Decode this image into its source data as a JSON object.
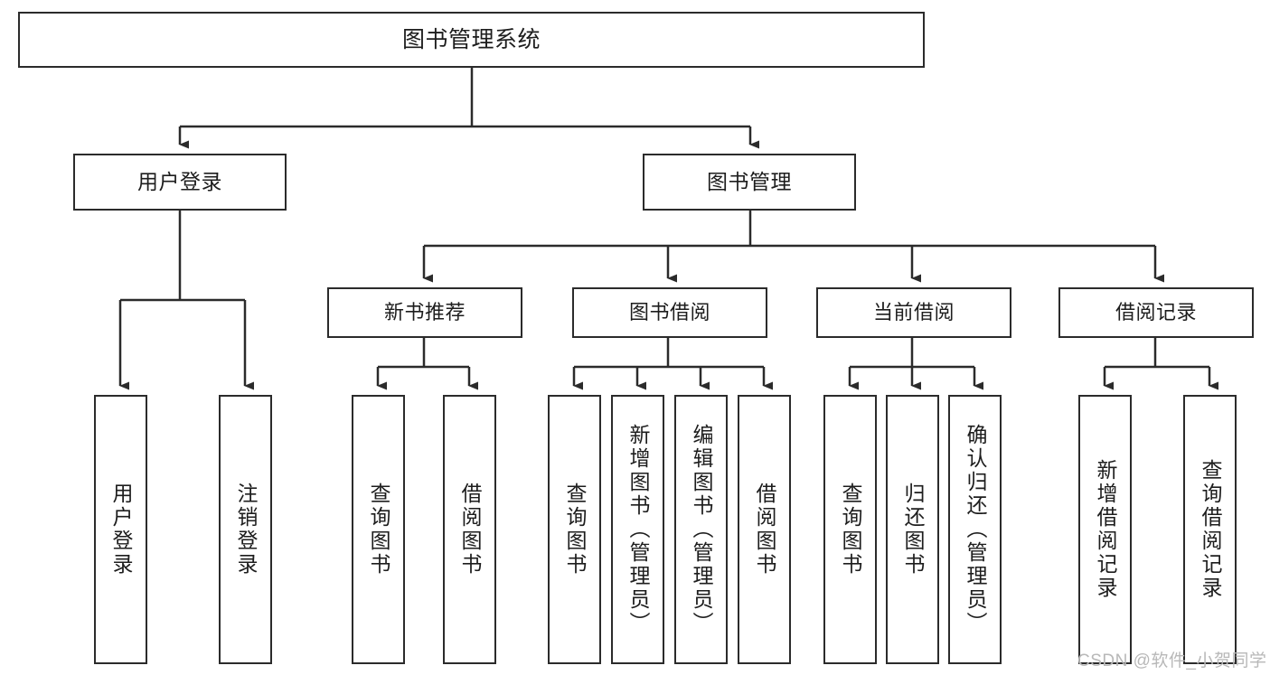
{
  "diagram": {
    "title": "图书管理系统",
    "type": "tree-hierarchy-chart",
    "root": {
      "label": "图书管理系统"
    },
    "level2": [
      {
        "label": "用户登录"
      },
      {
        "label": "图书管理"
      }
    ],
    "level3": [
      {
        "label": "新书推荐"
      },
      {
        "label": "图书借阅"
      },
      {
        "label": "当前借阅"
      },
      {
        "label": "借阅记录"
      }
    ],
    "leaves": {
      "user_login": [
        {
          "label": "用户登录"
        },
        {
          "label": "注销登录"
        }
      ],
      "new_book_recommend": [
        {
          "label": "查询图书"
        },
        {
          "label": "借阅图书"
        }
      ],
      "book_borrow": [
        {
          "label": "查询图书"
        },
        {
          "label": "新增图书（管理员）"
        },
        {
          "label": "编辑图书（管理员）"
        },
        {
          "label": "借阅图书"
        }
      ],
      "current_borrow": [
        {
          "label": "查询图书"
        },
        {
          "label": "归还图书"
        },
        {
          "label": "确认归还（管理员）"
        }
      ],
      "borrow_record": [
        {
          "label": "新增借阅记录"
        },
        {
          "label": "查询借阅记录"
        }
      ]
    }
  },
  "watermark": {
    "text": "CSDN @软件_小贺同学"
  },
  "colors": {
    "stroke": "#2b2b2b",
    "fill": "#ffffff",
    "text": "#1d1d1d",
    "watermark": "#b8b8b8"
  }
}
